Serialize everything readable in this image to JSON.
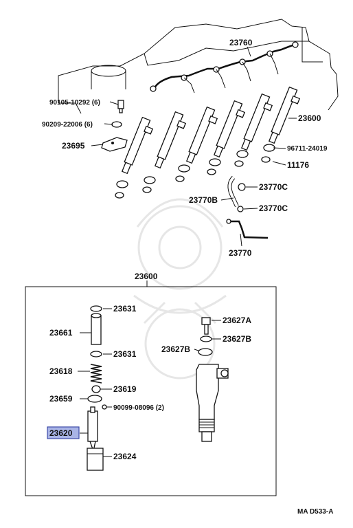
{
  "labels": {
    "l23760": "23760",
    "l90105": "90105-10292 (6)",
    "l90209": "90209-22006 (6)",
    "l23695": "23695",
    "l23600a": "23600",
    "l96711": "96711-24019",
    "l11176": "11176",
    "l23770c1": "23770C",
    "l23770b": "23770B",
    "l23770c2": "23770C",
    "l23770": "23770",
    "l23600b": "23600",
    "l23631a": "23631",
    "l23661": "23661",
    "l23627a": "23627A",
    "l23627b1": "23627B",
    "l23627b2": "23627B",
    "l23631b": "23631",
    "l23618": "23618",
    "l23619": "23619",
    "l23659": "23659",
    "l90099": "90099-08096 (2)",
    "l23620": "23620",
    "l23624": "23624",
    "footer": "MA  D533-A"
  },
  "colors": {
    "highlight_fill": "#a9b4e6",
    "highlight_stroke": "#3c4aa8",
    "line": "#111111",
    "watermark": "#e6e6e6"
  }
}
